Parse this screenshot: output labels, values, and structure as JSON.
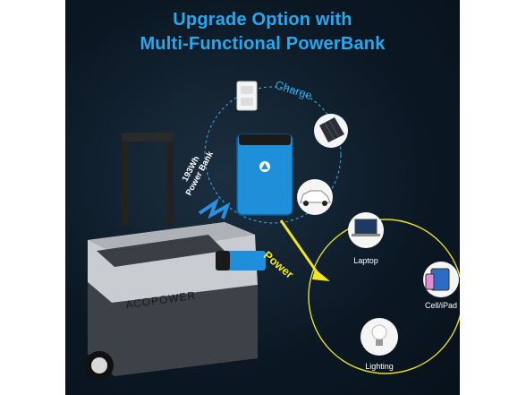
{
  "headline": {
    "line1": "Upgrade Option with",
    "line2": "Multi-Functional PowerBank"
  },
  "labels": {
    "charge": "Charge",
    "power": "Power",
    "bank_line1": "193Wh",
    "bank_line2": "Power Bank",
    "brand": "ACOPOWER"
  },
  "devices": {
    "laptop": "Laptop",
    "cell": "Cell/iPad",
    "lighting": "Lighting"
  },
  "colors": {
    "headline": "#25a9f0",
    "charge_accent": "#29a8e8",
    "power_accent": "#f2e41d",
    "background": "#0b1824"
  },
  "icons": [
    "wall-outlet-icon",
    "solar-panel-icon",
    "car-icon",
    "laptop-icon",
    "phone-tablet-icon",
    "light-bulb-icon",
    "lightning-bolt-icon"
  ]
}
